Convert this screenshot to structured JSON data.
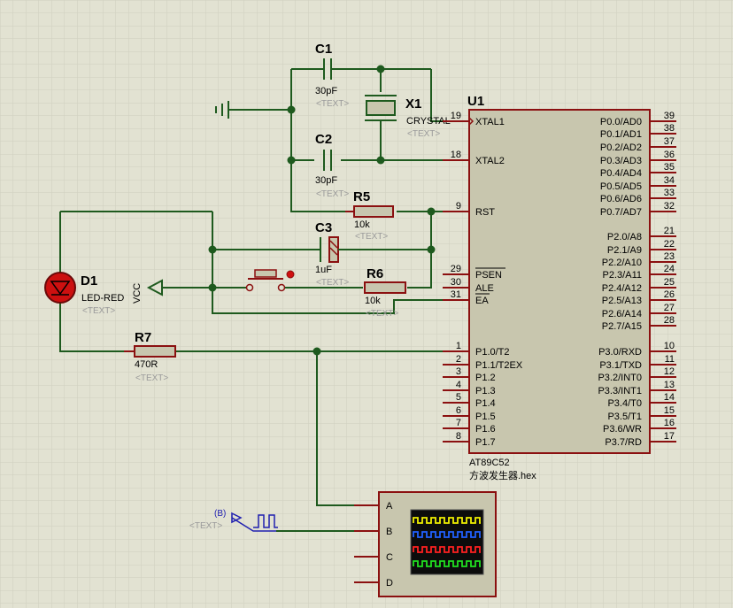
{
  "colors": {
    "background": "#e2e2d2",
    "grid": "#cfcfbf",
    "wire": "#1e5a1e",
    "component_outline": "#8b1010",
    "chip_fill": "#c8c6ae",
    "resistor_fill": "#c8c6ae",
    "led_red": "#cc1010",
    "probe_blue": "#2020b0",
    "scope_screen": "#0c0c0c",
    "trace_yellow": "#f0f000",
    "trace_blue": "#2060ff",
    "trace_red": "#ff2020",
    "trace_green": "#20e020"
  },
  "components": {
    "c1": {
      "ref": "C1",
      "value": "30pF",
      "text": "<TEXT>"
    },
    "c2": {
      "ref": "C2",
      "value": "30pF",
      "text": "<TEXT>"
    },
    "c3": {
      "ref": "C3",
      "value": "1uF",
      "text": "<TEXT>"
    },
    "x1": {
      "ref": "X1",
      "value": "CRYSTAL",
      "text": "<TEXT>"
    },
    "r5": {
      "ref": "R5",
      "value": "10k",
      "text": "<TEXT>"
    },
    "r6": {
      "ref": "R6",
      "value": "10k",
      "text": "<TEXT>"
    },
    "r7": {
      "ref": "R7",
      "value": "470R",
      "text": "<TEXT>"
    },
    "d1": {
      "ref": "D1",
      "value": "LED-RED",
      "text": "<TEXT>"
    },
    "vcc": {
      "label": "VCC"
    },
    "probe": {
      "label": "(B)",
      "text": "<TEXT>"
    },
    "u1": {
      "ref": "U1",
      "part": "AT89C52",
      "program": "方波发生器.hex"
    }
  },
  "u1_left_pins": [
    {
      "num": "19",
      "name": "XTAL1"
    },
    {
      "num": "18",
      "name": "XTAL2"
    },
    {
      "num": "9",
      "name": "RST"
    },
    {
      "num": "29",
      "name": "PSEN"
    },
    {
      "num": "30",
      "name": "ALE"
    },
    {
      "num": "31",
      "name": "EA"
    },
    {
      "num": "1",
      "name": "P1.0/T2"
    },
    {
      "num": "2",
      "name": "P1.1/T2EX"
    },
    {
      "num": "3",
      "name": "P1.2"
    },
    {
      "num": "4",
      "name": "P1.3"
    },
    {
      "num": "5",
      "name": "P1.4"
    },
    {
      "num": "6",
      "name": "P1.5"
    },
    {
      "num": "7",
      "name": "P1.6"
    },
    {
      "num": "8",
      "name": "P1.7"
    }
  ],
  "u1_right_pins": [
    {
      "num": "39",
      "name": "P0.0/AD0"
    },
    {
      "num": "38",
      "name": "P0.1/AD1"
    },
    {
      "num": "37",
      "name": "P0.2/AD2"
    },
    {
      "num": "36",
      "name": "P0.3/AD3"
    },
    {
      "num": "35",
      "name": "P0.4/AD4"
    },
    {
      "num": "34",
      "name": "P0.5/AD5"
    },
    {
      "num": "33",
      "name": "P0.6/AD6"
    },
    {
      "num": "32",
      "name": "P0.7/AD7"
    },
    {
      "num": "21",
      "name": "P2.0/A8"
    },
    {
      "num": "22",
      "name": "P2.1/A9"
    },
    {
      "num": "23",
      "name": "P2.2/A10"
    },
    {
      "num": "24",
      "name": "P2.3/A11"
    },
    {
      "num": "25",
      "name": "P2.4/A12"
    },
    {
      "num": "26",
      "name": "P2.5/A13"
    },
    {
      "num": "27",
      "name": "P2.6/A14"
    },
    {
      "num": "28",
      "name": "P2.7/A15"
    },
    {
      "num": "10",
      "name": "P3.0/RXD"
    },
    {
      "num": "11",
      "name": "P3.1/TXD"
    },
    {
      "num": "12",
      "name": "P3.2/INT0"
    },
    {
      "num": "13",
      "name": "P3.3/INT1"
    },
    {
      "num": "14",
      "name": "P3.4/T0"
    },
    {
      "num": "15",
      "name": "P3.5/T1"
    },
    {
      "num": "16",
      "name": "P3.6/WR"
    },
    {
      "num": "17",
      "name": "P3.7/RD"
    }
  ],
  "scope_channels": [
    "A",
    "B",
    "C",
    "D"
  ]
}
